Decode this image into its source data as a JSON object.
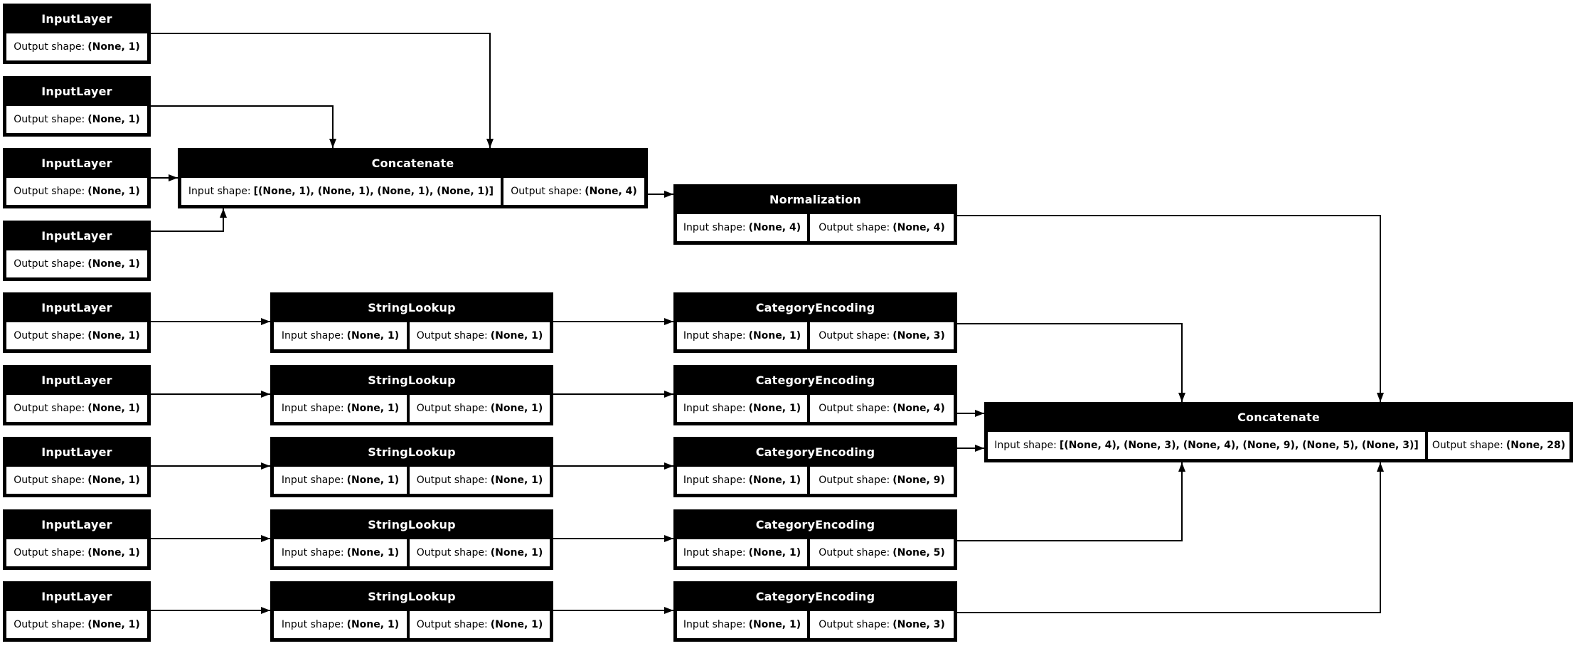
{
  "colors": {
    "background": "#ffffff",
    "node_fill": "#000000",
    "node_title_text": "#ffffff",
    "cell_fill": "#ffffff",
    "cell_text": "#000000",
    "edge": "#000000"
  },
  "nodes": [
    {
      "id": "input_layer_1",
      "title": "InputLayer",
      "cells": [
        {
          "label": "Output shape:",
          "value": "(None, 1)"
        }
      ]
    },
    {
      "id": "input_layer_2",
      "title": "InputLayer",
      "cells": [
        {
          "label": "Output shape:",
          "value": "(None, 1)"
        }
      ]
    },
    {
      "id": "input_layer_3",
      "title": "InputLayer",
      "cells": [
        {
          "label": "Output shape:",
          "value": "(None, 1)"
        }
      ]
    },
    {
      "id": "input_layer_4",
      "title": "InputLayer",
      "cells": [
        {
          "label": "Output shape:",
          "value": "(None, 1)"
        }
      ]
    },
    {
      "id": "concatenate_1",
      "title": "Concatenate",
      "cells": [
        {
          "label": "Input shape:",
          "value": "[(None, 1), (None, 1), (None, 1), (None, 1)]"
        },
        {
          "label": "Output shape:",
          "value": "(None, 4)"
        }
      ]
    },
    {
      "id": "normalization",
      "title": "Normalization",
      "cells": [
        {
          "label": "Input shape:",
          "value": "(None, 4)"
        },
        {
          "label": "Output shape:",
          "value": "(None, 4)"
        }
      ]
    },
    {
      "id": "input_layer_5",
      "title": "InputLayer",
      "cells": [
        {
          "label": "Output shape:",
          "value": "(None, 1)"
        }
      ]
    },
    {
      "id": "string_lookup_1",
      "title": "StringLookup",
      "cells": [
        {
          "label": "Input shape:",
          "value": "(None, 1)"
        },
        {
          "label": "Output shape:",
          "value": "(None, 1)"
        }
      ]
    },
    {
      "id": "category_encoding_1",
      "title": "CategoryEncoding",
      "cells": [
        {
          "label": "Input shape:",
          "value": "(None, 1)"
        },
        {
          "label": "Output shape:",
          "value": "(None, 3)"
        }
      ]
    },
    {
      "id": "input_layer_6",
      "title": "InputLayer",
      "cells": [
        {
          "label": "Output shape:",
          "value": "(None, 1)"
        }
      ]
    },
    {
      "id": "string_lookup_2",
      "title": "StringLookup",
      "cells": [
        {
          "label": "Input shape:",
          "value": "(None, 1)"
        },
        {
          "label": "Output shape:",
          "value": "(None, 1)"
        }
      ]
    },
    {
      "id": "category_encoding_2",
      "title": "CategoryEncoding",
      "cells": [
        {
          "label": "Input shape:",
          "value": "(None, 1)"
        },
        {
          "label": "Output shape:",
          "value": "(None, 4)"
        }
      ]
    },
    {
      "id": "input_layer_7",
      "title": "InputLayer",
      "cells": [
        {
          "label": "Output shape:",
          "value": "(None, 1)"
        }
      ]
    },
    {
      "id": "string_lookup_3",
      "title": "StringLookup",
      "cells": [
        {
          "label": "Input shape:",
          "value": "(None, 1)"
        },
        {
          "label": "Output shape:",
          "value": "(None, 1)"
        }
      ]
    },
    {
      "id": "category_encoding_3",
      "title": "CategoryEncoding",
      "cells": [
        {
          "label": "Input shape:",
          "value": "(None, 1)"
        },
        {
          "label": "Output shape:",
          "value": "(None, 9)"
        }
      ]
    },
    {
      "id": "input_layer_8",
      "title": "InputLayer",
      "cells": [
        {
          "label": "Output shape:",
          "value": "(None, 1)"
        }
      ]
    },
    {
      "id": "string_lookup_4",
      "title": "StringLookup",
      "cells": [
        {
          "label": "Input shape:",
          "value": "(None, 1)"
        },
        {
          "label": "Output shape:",
          "value": "(None, 1)"
        }
      ]
    },
    {
      "id": "category_encoding_4",
      "title": "CategoryEncoding",
      "cells": [
        {
          "label": "Input shape:",
          "value": "(None, 1)"
        },
        {
          "label": "Output shape:",
          "value": "(None, 5)"
        }
      ]
    },
    {
      "id": "input_layer_9",
      "title": "InputLayer",
      "cells": [
        {
          "label": "Output shape:",
          "value": "(None, 1)"
        }
      ]
    },
    {
      "id": "string_lookup_5",
      "title": "StringLookup",
      "cells": [
        {
          "label": "Input shape:",
          "value": "(None, 1)"
        },
        {
          "label": "Output shape:",
          "value": "(None, 1)"
        }
      ]
    },
    {
      "id": "category_encoding_5",
      "title": "CategoryEncoding",
      "cells": [
        {
          "label": "Input shape:",
          "value": "(None, 1)"
        },
        {
          "label": "Output shape:",
          "value": "(None, 3)"
        }
      ]
    },
    {
      "id": "concatenate_2",
      "title": "Concatenate",
      "cells": [
        {
          "label": "Input shape:",
          "value": "[(None, 4), (None, 3), (None, 4), (None, 9), (None, 5), (None, 3)]"
        },
        {
          "label": "Output shape:",
          "value": "(None, 28)"
        }
      ]
    }
  ],
  "edges": [
    {
      "from": "input_layer_1",
      "to": "concatenate_1"
    },
    {
      "from": "input_layer_2",
      "to": "concatenate_1"
    },
    {
      "from": "input_layer_3",
      "to": "concatenate_1"
    },
    {
      "from": "input_layer_4",
      "to": "concatenate_1"
    },
    {
      "from": "concatenate_1",
      "to": "normalization"
    },
    {
      "from": "normalization",
      "to": "concatenate_2"
    },
    {
      "from": "input_layer_5",
      "to": "string_lookup_1"
    },
    {
      "from": "string_lookup_1",
      "to": "category_encoding_1"
    },
    {
      "from": "category_encoding_1",
      "to": "concatenate_2"
    },
    {
      "from": "input_layer_6",
      "to": "string_lookup_2"
    },
    {
      "from": "string_lookup_2",
      "to": "category_encoding_2"
    },
    {
      "from": "category_encoding_2",
      "to": "concatenate_2"
    },
    {
      "from": "input_layer_7",
      "to": "string_lookup_3"
    },
    {
      "from": "string_lookup_3",
      "to": "category_encoding_3"
    },
    {
      "from": "category_encoding_3",
      "to": "concatenate_2"
    },
    {
      "from": "input_layer_8",
      "to": "string_lookup_4"
    },
    {
      "from": "string_lookup_4",
      "to": "category_encoding_4"
    },
    {
      "from": "category_encoding_4",
      "to": "concatenate_2"
    },
    {
      "from": "input_layer_9",
      "to": "string_lookup_5"
    },
    {
      "from": "string_lookup_5",
      "to": "category_encoding_5"
    },
    {
      "from": "category_encoding_5",
      "to": "concatenate_2"
    }
  ]
}
